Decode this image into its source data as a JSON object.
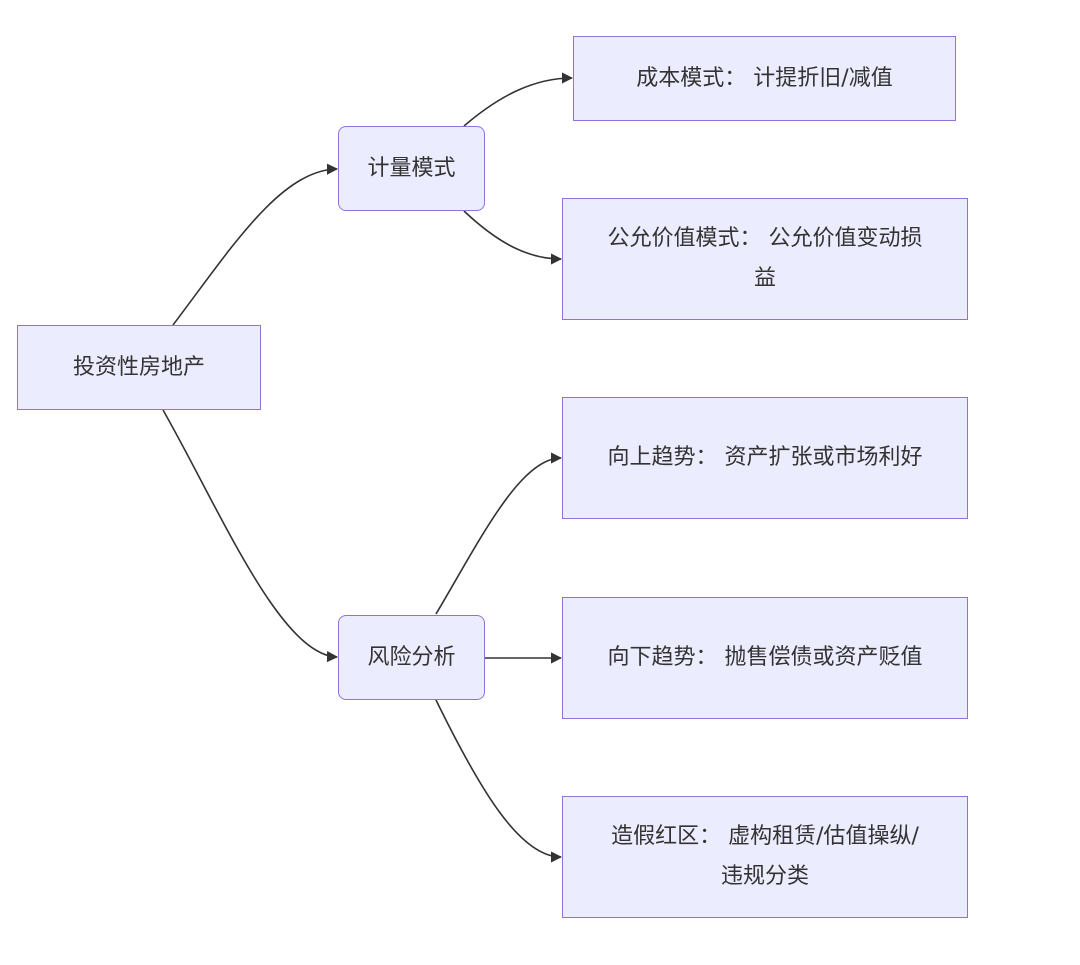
{
  "diagram": {
    "root": {
      "label": "投资性房地产"
    },
    "branches": [
      {
        "label": "计量模式"
      },
      {
        "label": "风险分析"
      }
    ],
    "leaves": [
      {
        "label": "成本模式： 计提折旧/减值"
      },
      {
        "label": "公允价值模式： 公允价值变动损益"
      },
      {
        "label": "向上趋势： 资产扩张或市场利好"
      },
      {
        "label": "向下趋势： 抛售偿债或资产贬值"
      },
      {
        "label": "造假红区： 虚构租赁/估值操纵/违规分类"
      }
    ],
    "colors": {
      "node_fill": "#ececff",
      "node_border": "#9370db",
      "edge": "#333333",
      "text": "#333333"
    }
  }
}
